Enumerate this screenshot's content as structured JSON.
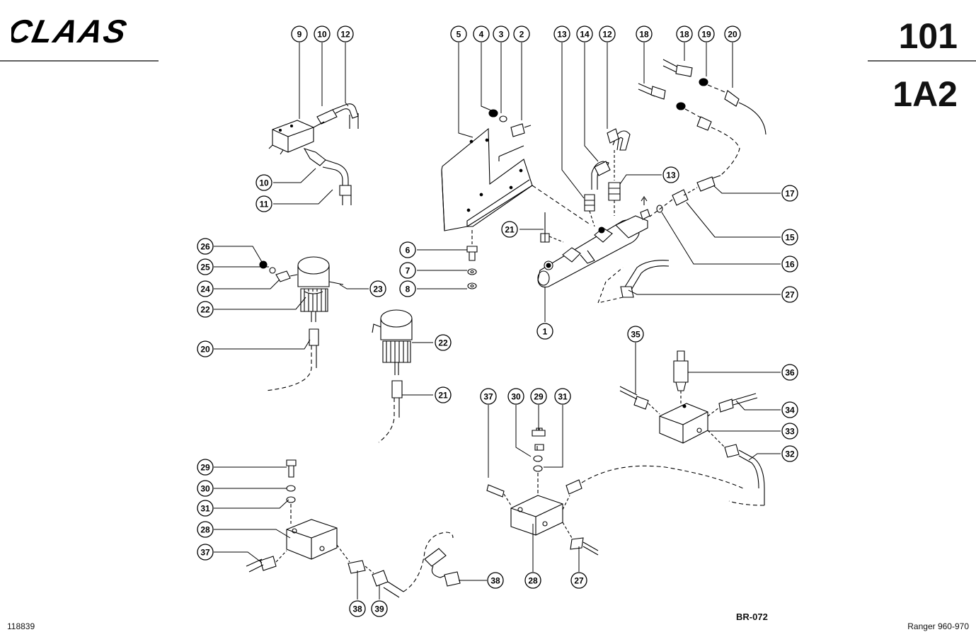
{
  "header": {
    "brand": "CLAAS",
    "page_number": "101",
    "group_code": "1A2"
  },
  "footer": {
    "doc_number": "118839",
    "drawing_code": "BR-072",
    "model": "Ranger 960-970"
  },
  "callouts": [
    "1",
    "2",
    "3",
    "4",
    "5",
    "6",
    "7",
    "8",
    "9",
    "10",
    "10",
    "11",
    "12",
    "12",
    "13",
    "13",
    "14",
    "15",
    "16",
    "17",
    "18",
    "18",
    "19",
    "20",
    "20",
    "21",
    "21",
    "22",
    "22",
    "23",
    "24",
    "25",
    "26",
    "27",
    "27",
    "28",
    "28",
    "29",
    "29",
    "30",
    "30",
    "31",
    "31",
    "32",
    "33",
    "34",
    "35",
    "36",
    "37",
    "37",
    "38",
    "38",
    "39"
  ]
}
